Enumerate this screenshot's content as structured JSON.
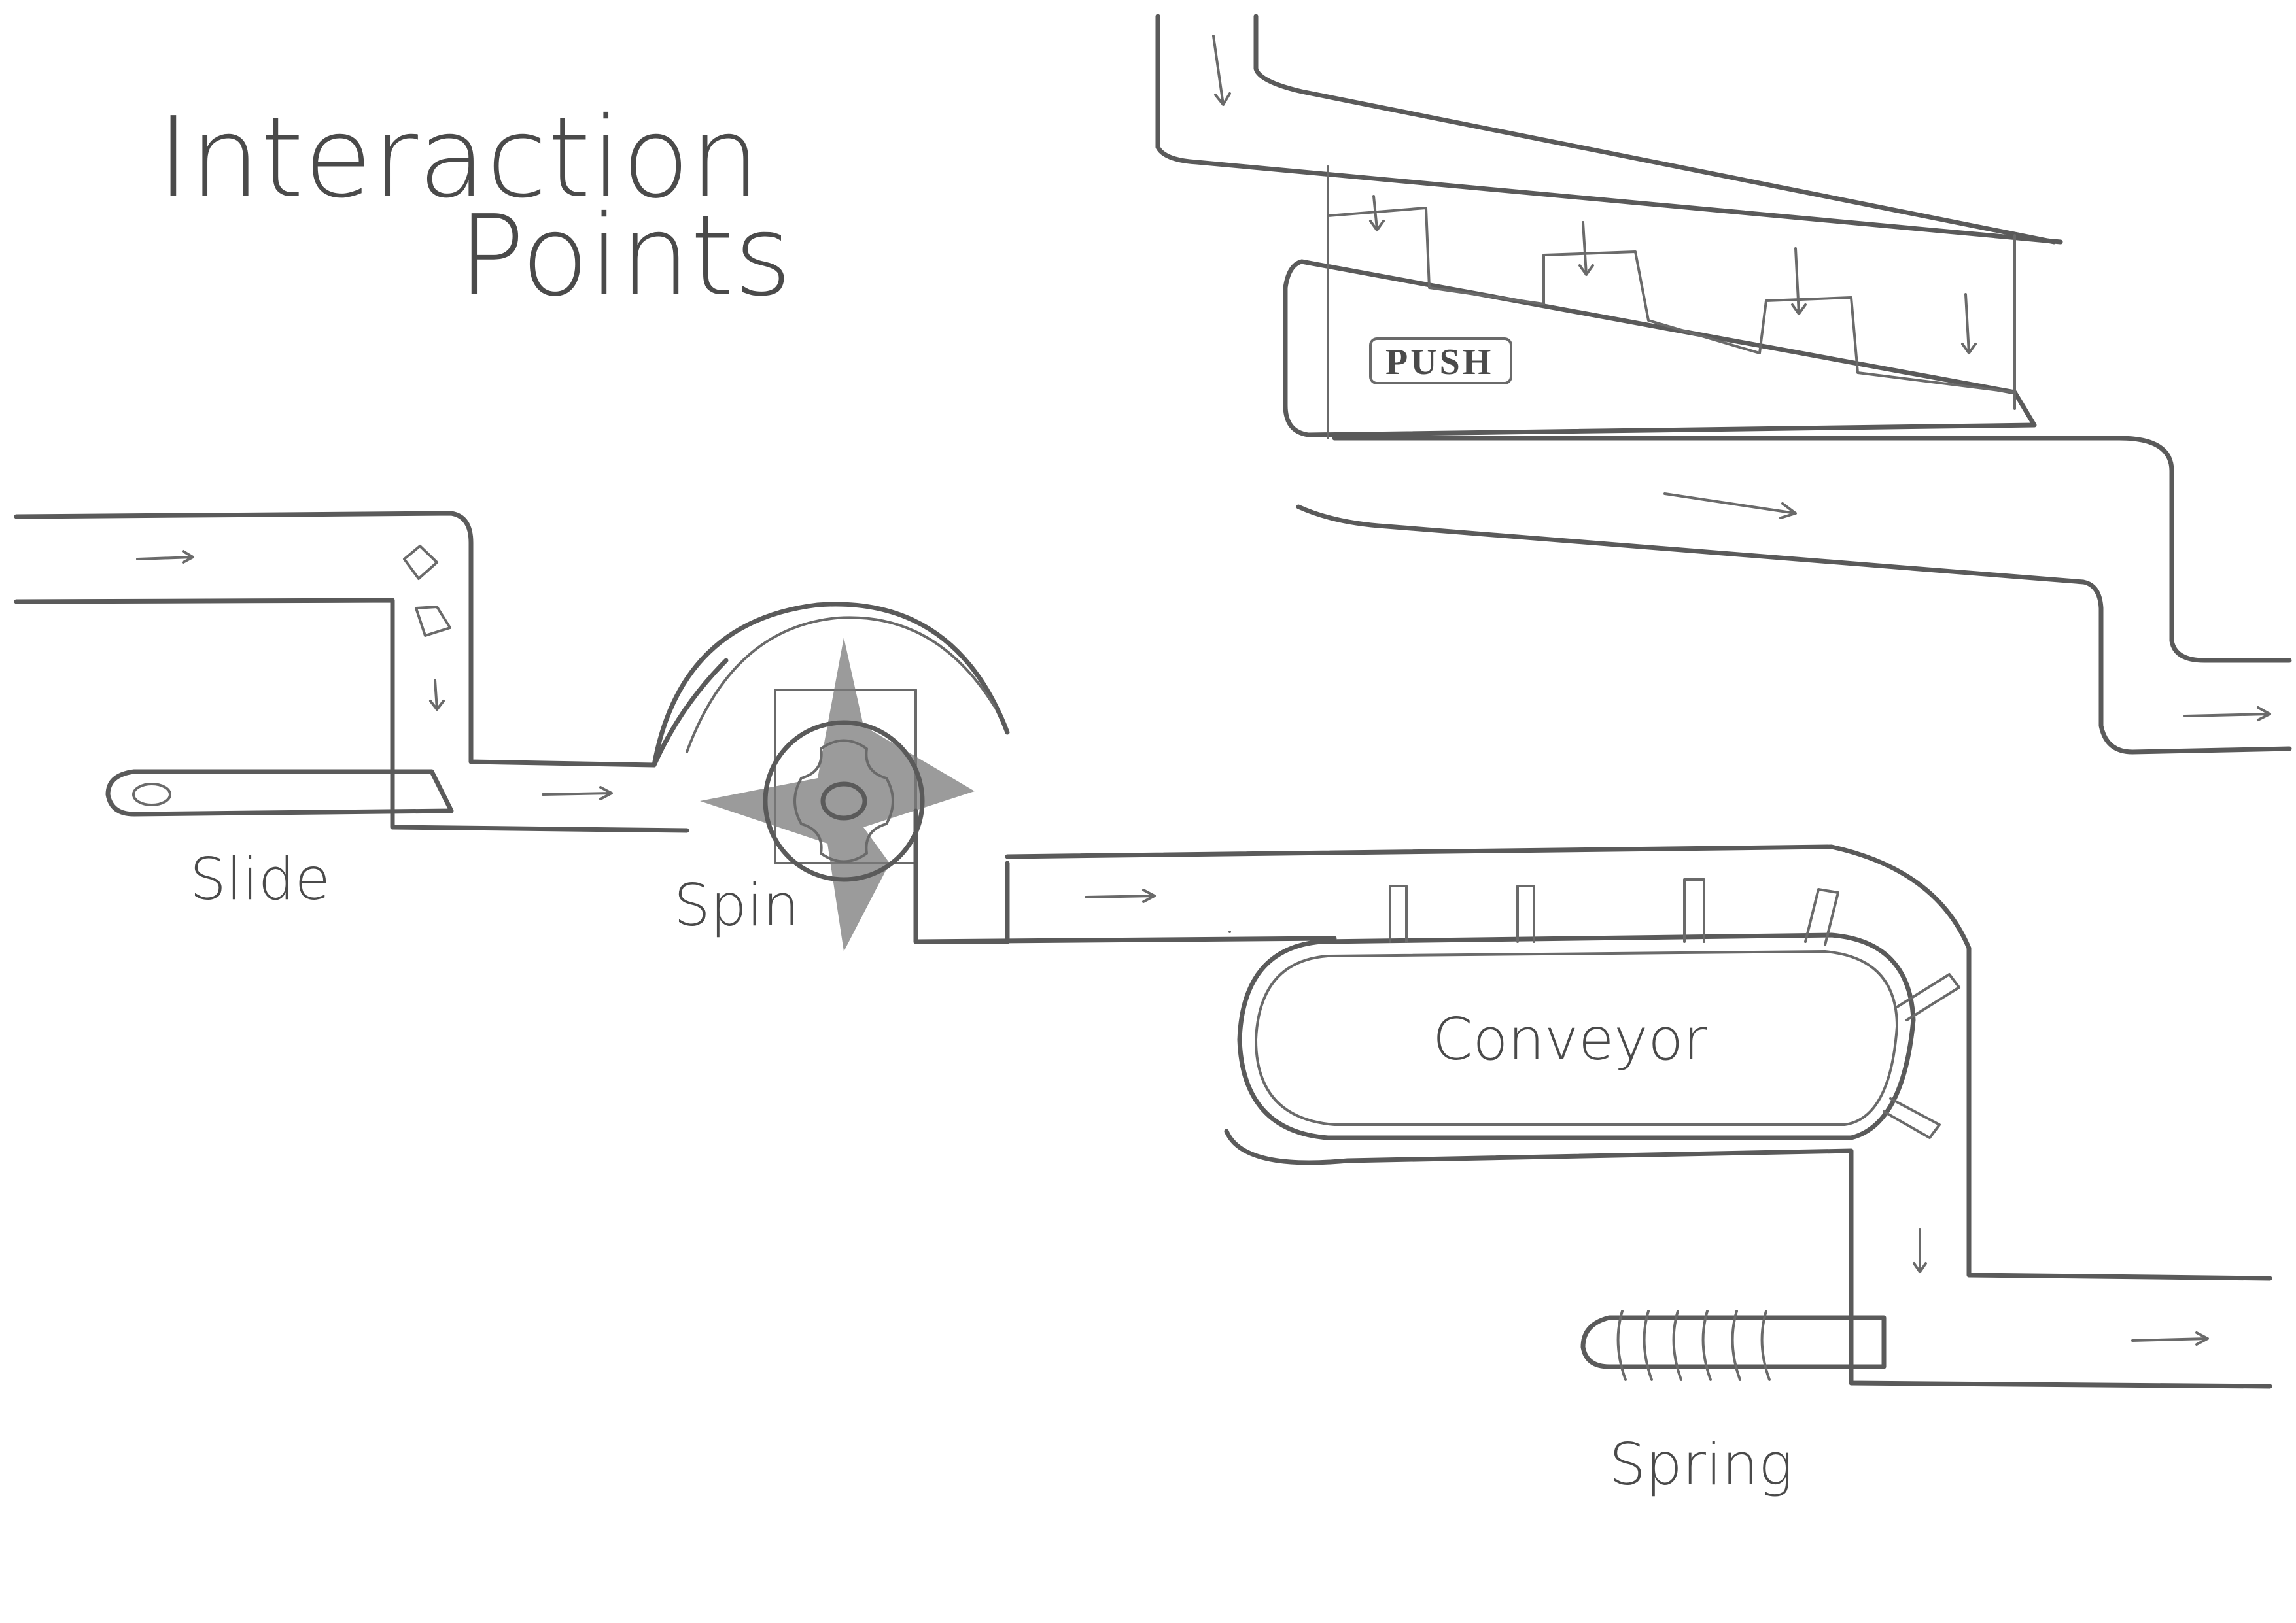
{
  "title": {
    "line1": "Interaction",
    "line2": "Points"
  },
  "labels": {
    "slide": "Slide",
    "spin": "Spin",
    "conveyor": "Conveyor",
    "spring": "Spring",
    "push": "PUSH"
  },
  "colors": {
    "pencil": "#5a5a5a",
    "paper": "#ffffff"
  }
}
